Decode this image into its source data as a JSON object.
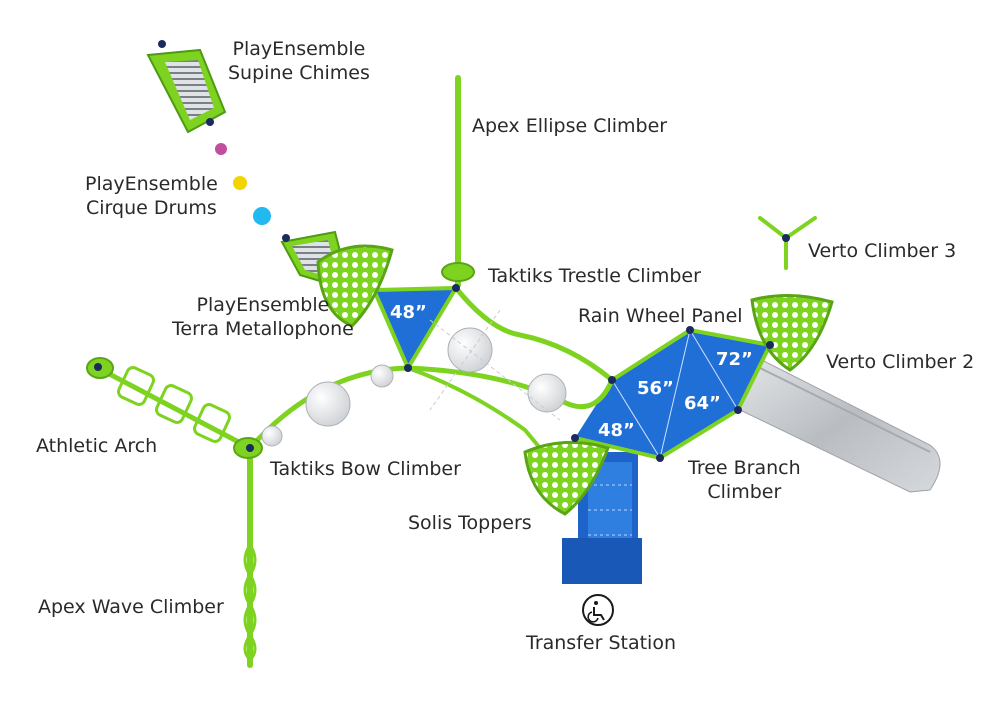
{
  "labels": {
    "supine_chimes": [
      "PlayEnsemble",
      "Supine Chimes"
    ],
    "apex_ellipse": "Apex Ellipse Climber",
    "cirque_drums": [
      "PlayEnsemble",
      "Cirque Drums"
    ],
    "verto_climber_3": "Verto Climber 3",
    "taktiks_trestle": "Taktiks Trestle Climber",
    "terra_metallophone": [
      "PlayEnsemble",
      "Terra Metallophone"
    ],
    "rain_wheel_panel": "Rain Wheel Panel",
    "verto_climber_2": "Verto Climber 2",
    "athletic_arch": "Athletic Arch",
    "taktiks_bow": "Taktiks Bow Climber",
    "tree_branch": [
      "Tree Branch",
      "Climber"
    ],
    "solis_toppers": "Solis Toppers",
    "apex_wave": "Apex Wave Climber",
    "transfer_station": "Transfer Station"
  },
  "heights": {
    "triangle_deck": "48”",
    "deck_56": "56”",
    "deck_64": "64”",
    "deck_72": "72”",
    "deck_48_lower": "48”"
  },
  "icons": {
    "transfer_station": "wheelchair-accessibility-icon"
  },
  "colors": {
    "frame_green": "#7ed321",
    "deck_blue": "#1f6fd6",
    "connector_navy": "#1c2b5e",
    "drum_magenta": "#c0509e",
    "drum_yellow": "#f3d400",
    "drum_cyan": "#22b8f0",
    "slide_gray": "#c9ccd0"
  }
}
